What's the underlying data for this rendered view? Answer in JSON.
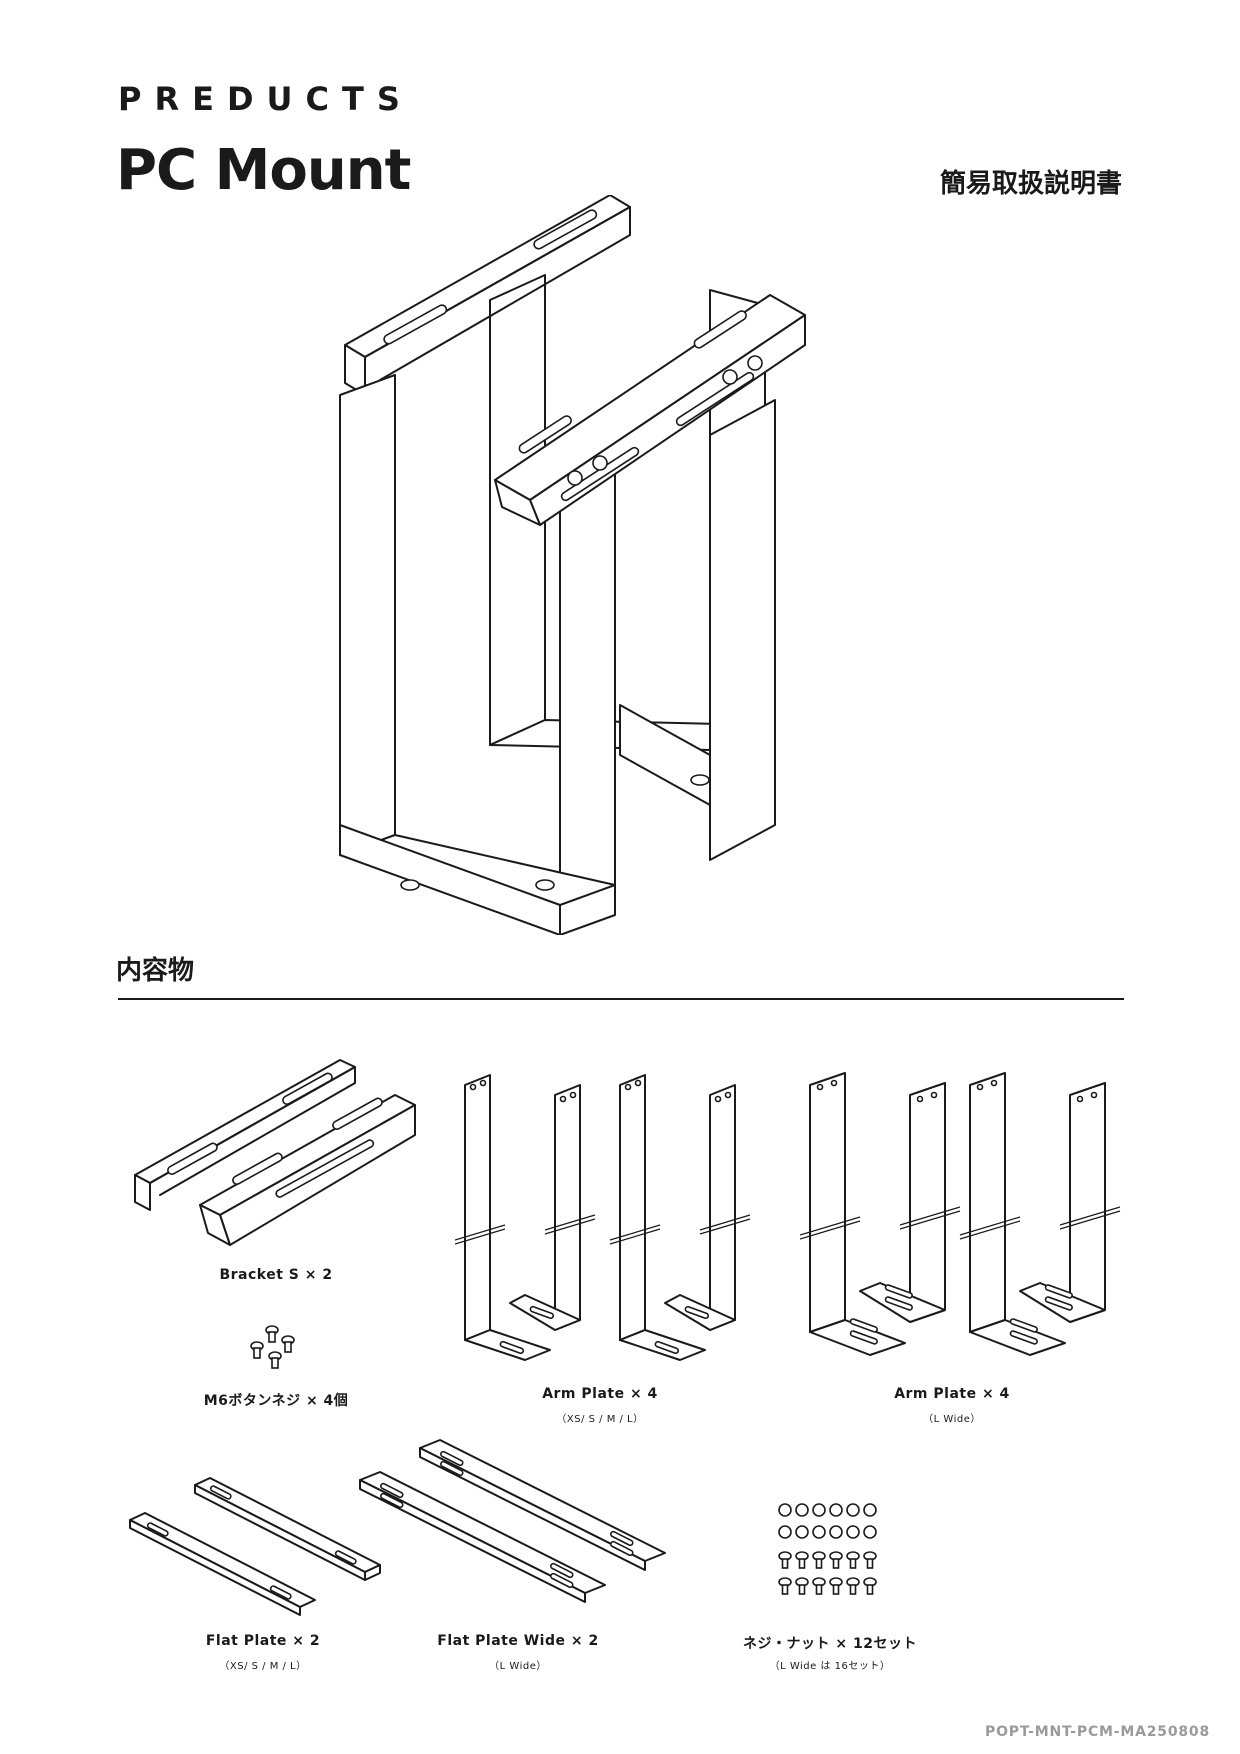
{
  "header": {
    "brand": "PREDUCTS",
    "product_title": "PC Mount",
    "doc_type": "簡易取扱説明書"
  },
  "contents_section": {
    "title": "内容物",
    "items": [
      {
        "label": "Bracket S × 2",
        "sub": ""
      },
      {
        "label": "M6ボタンネジ × 4個",
        "sub": ""
      },
      {
        "label": "Arm Plate × 4",
        "sub": "（XS/ S / M / L）"
      },
      {
        "label": "Arm Plate × 4",
        "sub": "（L Wide）"
      },
      {
        "label": "Flat Plate × 2",
        "sub": "（XS/ S / M / L）"
      },
      {
        "label": "Flat Plate Wide × 2",
        "sub": "（L Wide）"
      },
      {
        "label": "ネジ・ナット × 12セット",
        "sub": "（L Wide は 16セット）"
      }
    ]
  },
  "footer": {
    "doc_code": "POPT-MNT-PCM-MA250808"
  }
}
